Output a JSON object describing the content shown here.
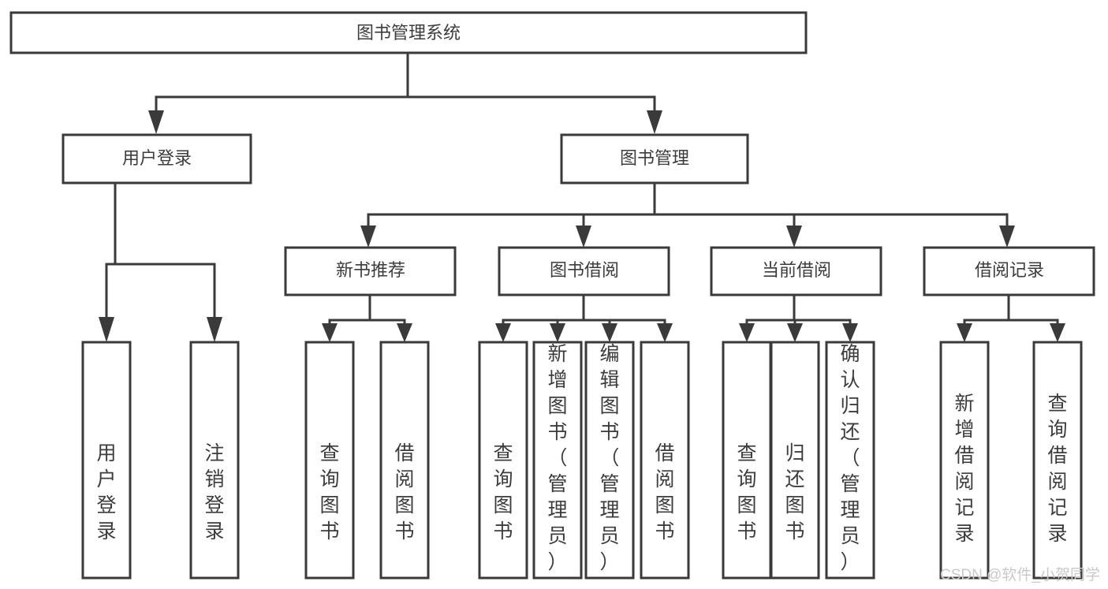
{
  "diagram": {
    "title": "图书管理系统",
    "type": "tree-hierarchy",
    "watermark": "CSDN @软件_小贺同学",
    "colors": {
      "stroke": "#3a3a3a",
      "text": "#3c3c3c",
      "background": "#ffffff",
      "watermark": "#c9c9c9"
    },
    "root": {
      "label": "图书管理系统"
    },
    "level2": [
      {
        "label": "用户登录"
      },
      {
        "label": "图书管理"
      }
    ],
    "level3": [
      {
        "label": "新书推荐"
      },
      {
        "label": "图书借阅"
      },
      {
        "label": "当前借阅"
      },
      {
        "label": "借阅记录"
      }
    ],
    "leaves": {
      "user_login": [
        {
          "label": "用户登录"
        },
        {
          "label": "注销登录"
        }
      ],
      "new_book_recommend": [
        {
          "label": "查询图书"
        },
        {
          "label": "借阅图书"
        }
      ],
      "book_borrow": [
        {
          "label": "查询图书"
        },
        {
          "label": "新增图书（管理员）"
        },
        {
          "label": "编辑图书（管理员）"
        },
        {
          "label": "借阅图书"
        }
      ],
      "current_borrow": [
        {
          "label": "查询图书"
        },
        {
          "label": "归还图书"
        },
        {
          "label": "确认归还（管理员）"
        }
      ],
      "borrow_record": [
        {
          "label": "新增借阅记录"
        },
        {
          "label": "查询借阅记录"
        }
      ]
    }
  }
}
